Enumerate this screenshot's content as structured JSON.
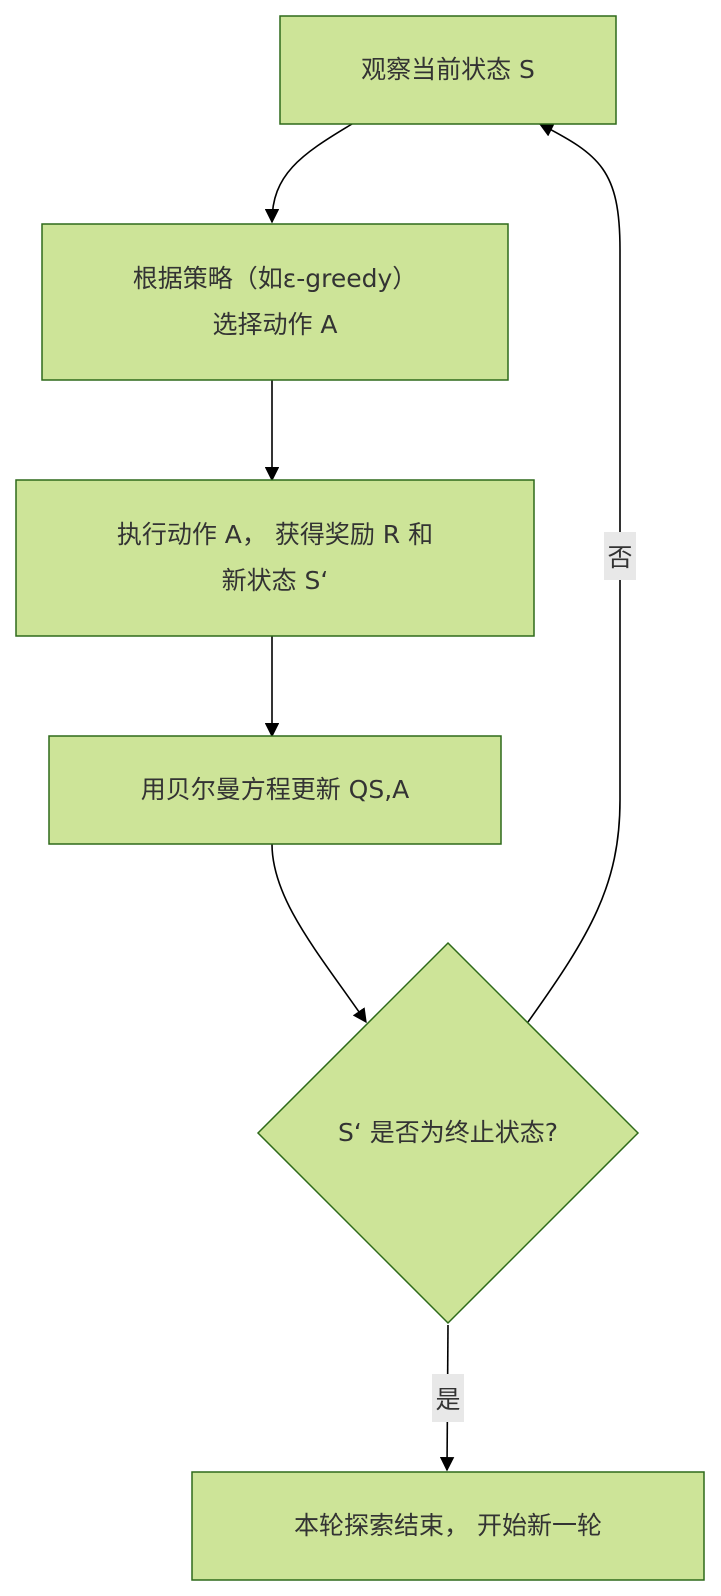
{
  "colors": {
    "node_fill": "#cde498",
    "node_stroke": "#2e6a1a",
    "edge": "#000000",
    "label_bg": "#e8e8e8",
    "text": "#333333"
  },
  "nodes": {
    "observe": "观察当前状态 S",
    "choose": "根据策略（如ε-greedy）\n选择动作 A",
    "execute": "执行动作 A， 获得奖励 R 和\n新状态 S‘",
    "update": "用贝尔曼方程更新 QS,A",
    "decision": "S‘ 是否为终止状态?",
    "end": "本轮探索结束， 开始新一轮"
  },
  "edges": [
    {
      "from": "observe",
      "to": "choose",
      "label": ""
    },
    {
      "from": "choose",
      "to": "execute",
      "label": ""
    },
    {
      "from": "execute",
      "to": "update",
      "label": ""
    },
    {
      "from": "update",
      "to": "decision",
      "label": ""
    },
    {
      "from": "decision",
      "to": "observe",
      "label": "否"
    },
    {
      "from": "decision",
      "to": "end",
      "label": "是"
    }
  ]
}
